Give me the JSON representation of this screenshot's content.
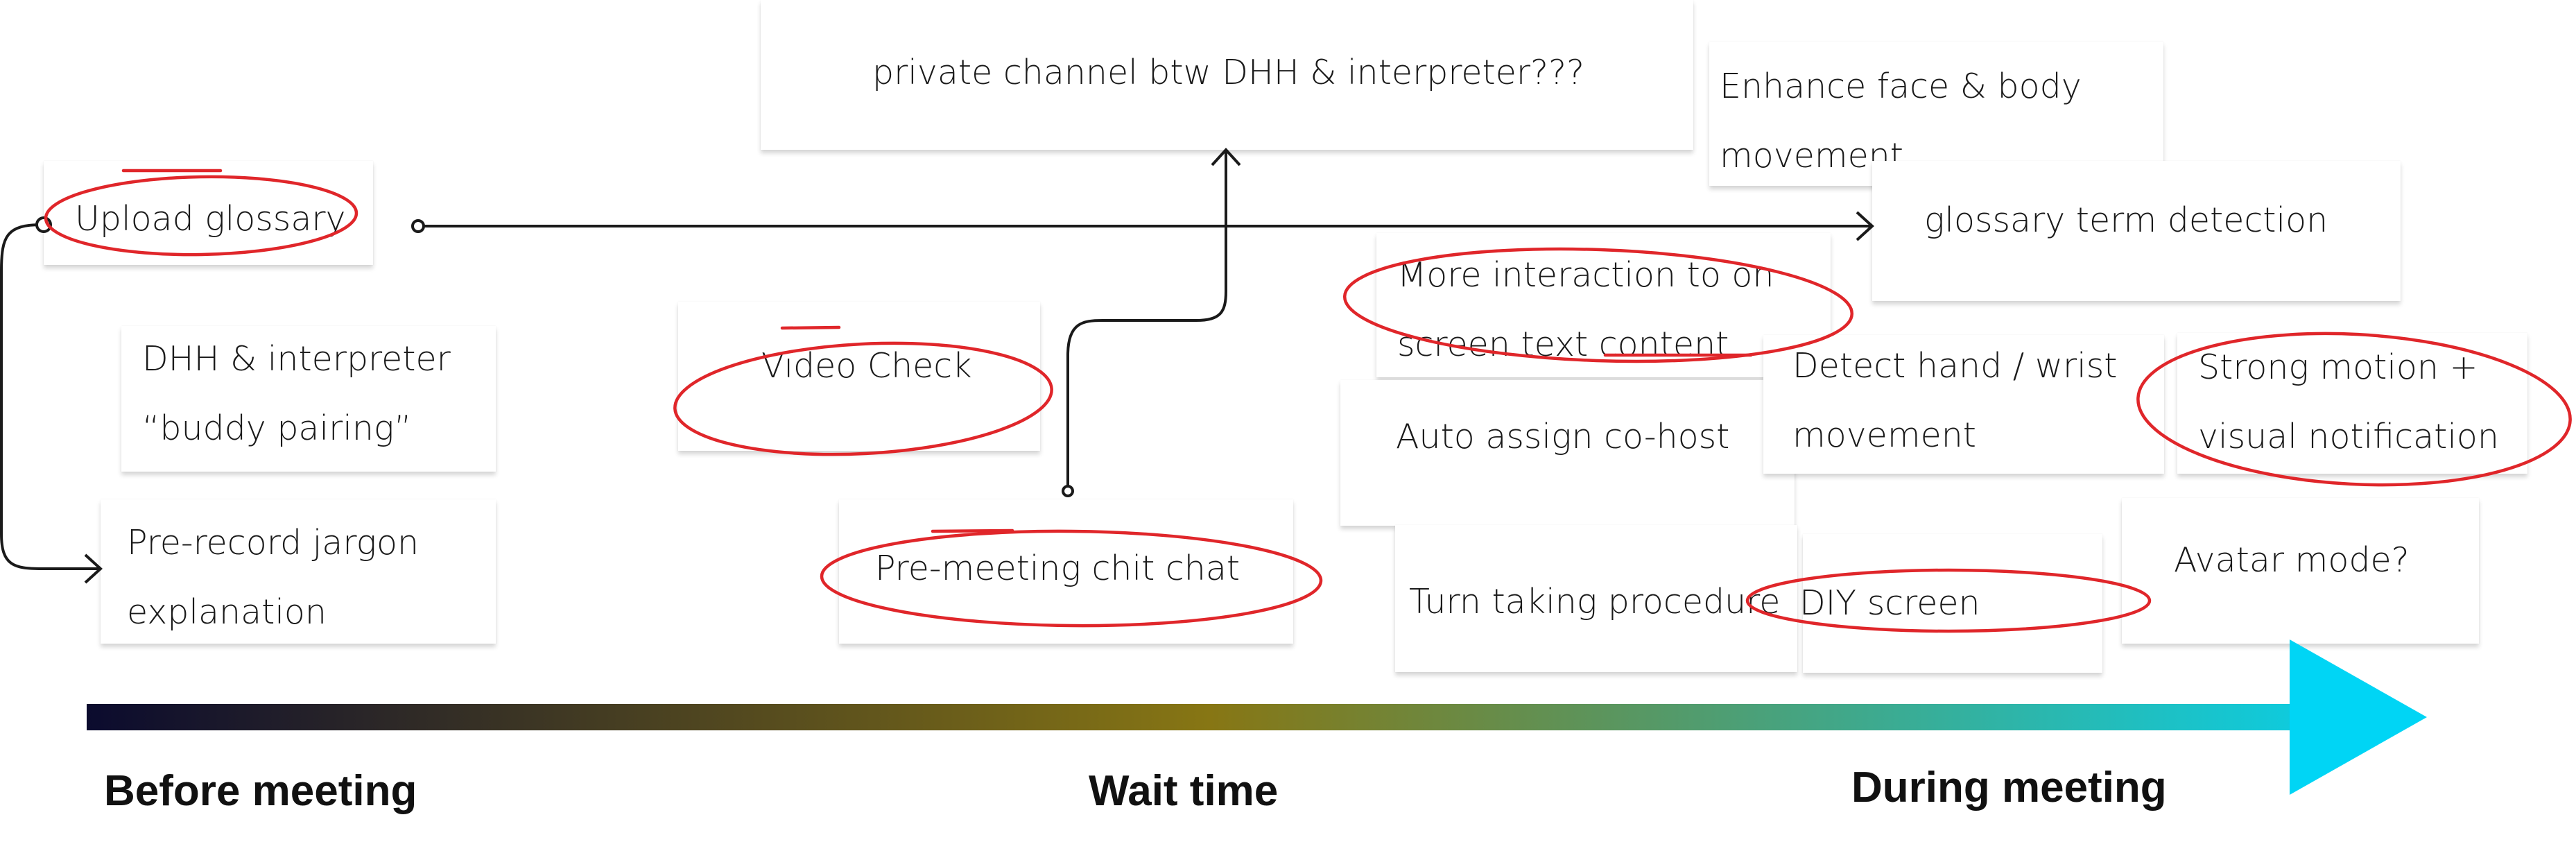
{
  "notes": {
    "upload_glossary": "Upload glossary",
    "buddy_pairing": "DHH & interpreter\n“buddy pairing”",
    "pre_record": "Pre-record jargon\nexplanation",
    "video_check": "Video Check",
    "private_channel": "private channel btw DHH & interpreter???",
    "pre_meeting_chat": "Pre-meeting chit chat",
    "enhance_face": "Enhance face & body\nmovement",
    "glossary_detection": "glossary term detection",
    "more_interaction": "More interaction to on\nscreen text content",
    "detect_hand": "Detect hand / wrist\nmovement",
    "strong_motion": "Strong motion +\nvisual notification",
    "auto_cohost": "Auto assign co-host",
    "turn_taking": "Turn taking procedure",
    "diy_screen": "DIY screen",
    "avatar_mode": "Avatar mode?"
  },
  "phases": {
    "before": "Before meeting",
    "wait": "Wait time",
    "during": "During meeting"
  },
  "colors": {
    "highlight_circle": "#e0262a",
    "connector": "#1a1a1a",
    "timeline_start": "#0b0b2e",
    "timeline_mid": "#877614",
    "timeline_end": "#00d5f5"
  }
}
